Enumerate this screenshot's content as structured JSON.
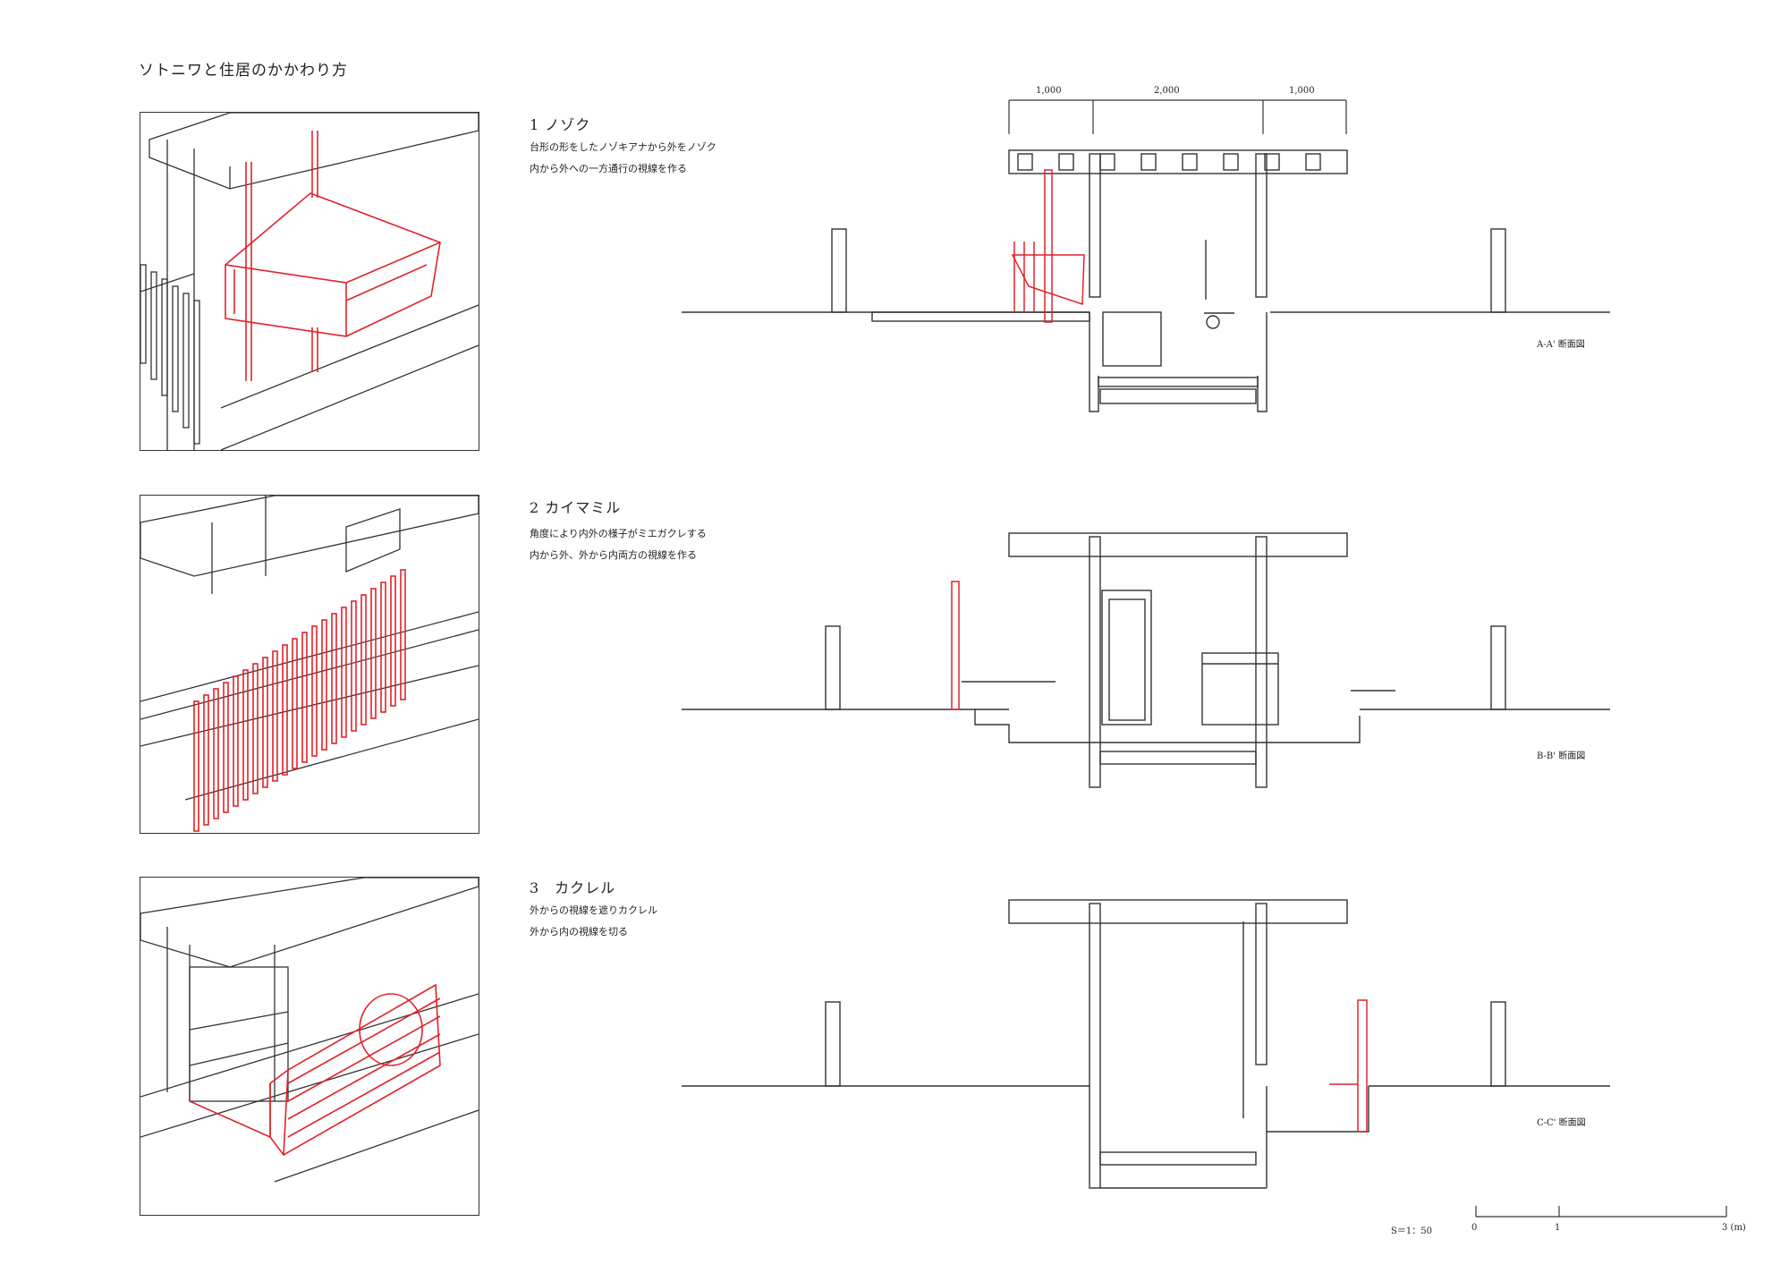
{
  "page_title": "ソトニワと住居のかかわり方",
  "sections": [
    {
      "heading": "1 ノゾク",
      "lines": [
        "台形の形をしたノゾキアナから外をノゾク",
        "内から外への一方通行の視線を作る"
      ],
      "section_label": "A-A' 断面図"
    },
    {
      "heading": "2 カイマミル",
      "lines": [
        "角度により内外の様子がミエガクレする",
        "内から外、外から内両方の視線を作る"
      ],
      "section_label": "B-B' 断面図"
    },
    {
      "heading": "3　カクレル",
      "lines": [
        "外からの視線を遮りカクレル",
        "外から内の視線を切る"
      ],
      "section_label": "C-C' 断面図"
    }
  ],
  "dimensions": [
    "1,000",
    "2,000",
    "1,000"
  ],
  "scale": {
    "label": "S＝1：50",
    "ticks": [
      "0",
      "1",
      "3 (m)"
    ]
  },
  "colors": {
    "accent": "#e0232b",
    "line": "#333333"
  }
}
